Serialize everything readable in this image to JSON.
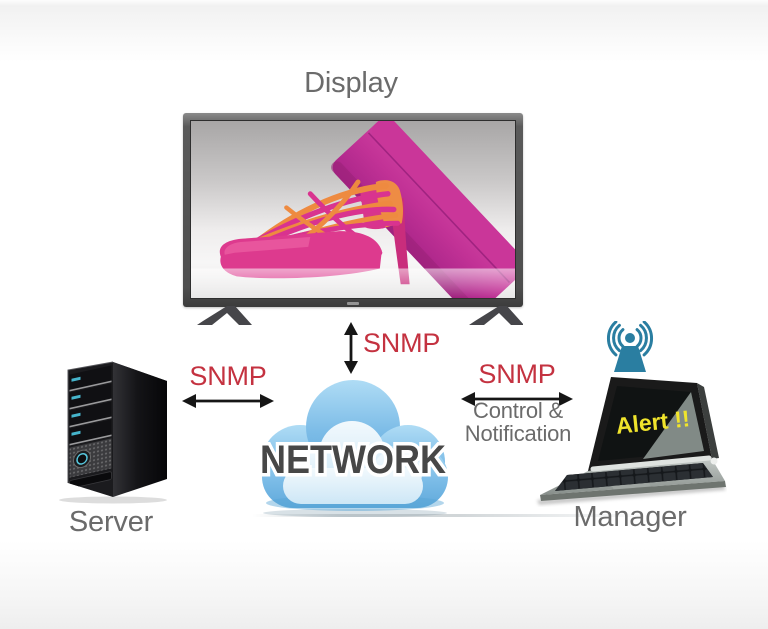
{
  "page": {
    "background_top": "#F2F2F2",
    "background_bottom": "#EEEEEE"
  },
  "labels": {
    "display": "Display",
    "server": "Server",
    "manager": "Manager"
  },
  "cloud": {
    "label": "NETWORK",
    "color_outer": "#7CBCE7",
    "color_inner": "#E6F3FB"
  },
  "laptop": {
    "alert": "Alert !!",
    "alert_color": "#F0E42C"
  },
  "links": {
    "display_network": {
      "protocol": "SNMP",
      "direction": "bidirectional"
    },
    "server_network": {
      "protocol": "SNMP",
      "direction": "bidirectional"
    },
    "network_manager": {
      "protocol": "SNMP",
      "direction": "bidirectional",
      "description_line1": "Control &",
      "description_line2": "Notification"
    }
  },
  "colors": {
    "snmp_label": "#C43240",
    "device_label": "#6B6B6B",
    "network_label": "#474747",
    "arrow": "#161616",
    "wifi_icon": "#2A7EA1",
    "shoe_pink": "#DD3A8E",
    "strap_orange": "#EE8A40",
    "clutch_magenta": "#BE2E92"
  },
  "icons": {
    "wifi": "wireless-alert-icon",
    "tv_screen": "pink-heel-and-clutch-image",
    "server": "tower-server-icon",
    "laptop": "netbook-laptop-icon",
    "cloud": "network-cloud-icon"
  }
}
